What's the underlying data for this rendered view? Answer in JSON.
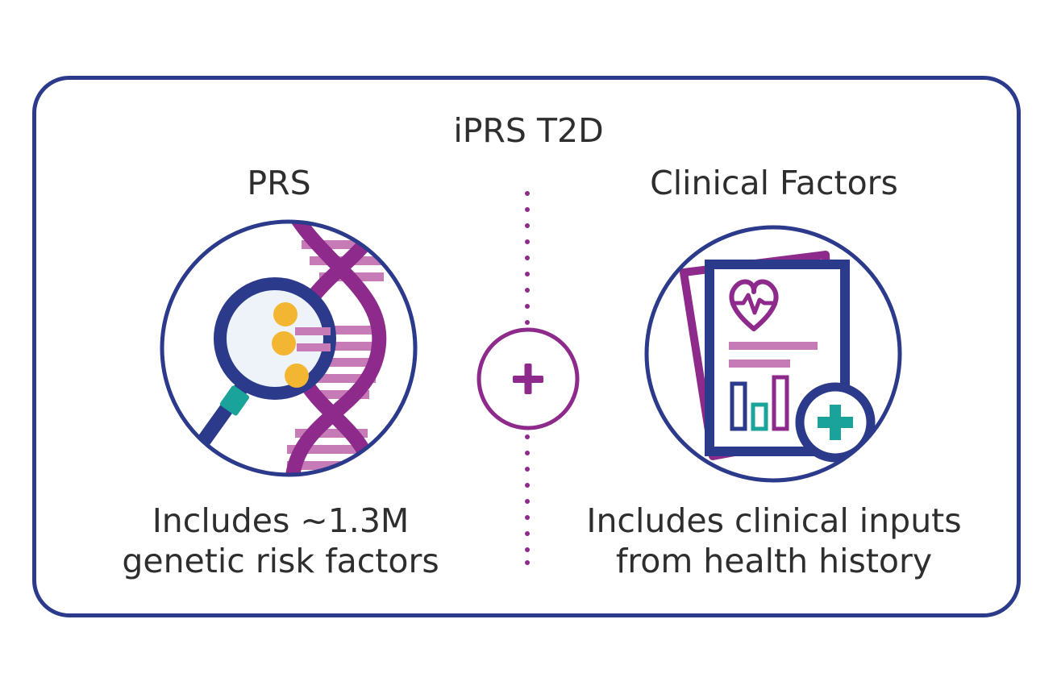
{
  "title": "iPRS T2D",
  "left": {
    "heading": "PRS",
    "caption_line1": "Includes ~1.3M",
    "caption_line2": "genetic risk factors",
    "icon": "dna-magnifier-icon"
  },
  "right": {
    "heading": "Clinical Factors",
    "caption_line1": "Includes clinical inputs",
    "caption_line2": "from health history",
    "icon": "medical-report-icon"
  },
  "center": {
    "icon": "plus-icon"
  },
  "colors": {
    "navy": "#2b3a8a",
    "purple": "#8e2a8b",
    "pink": "#c67bb6",
    "gold": "#f2b632",
    "teal": "#1aa39a",
    "text": "#2e2e2e"
  }
}
